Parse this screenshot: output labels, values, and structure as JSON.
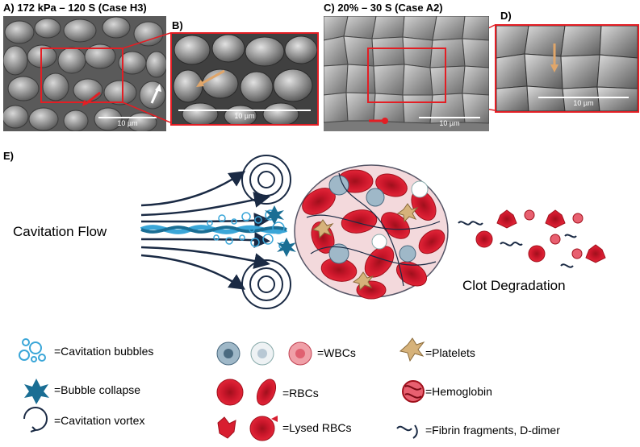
{
  "panels": {
    "a": {
      "title": "A) 172 kPa – 120 S (Case H3)",
      "scale": "10 µm"
    },
    "b": {
      "title": "B)",
      "scale": "10 µm"
    },
    "c": {
      "title": "C) 20% – 30 S (Case A2)",
      "scale": "10 µm"
    },
    "d": {
      "title": "D)",
      "scale": "10 µm"
    },
    "e": {
      "title": "E)"
    }
  },
  "diagram": {
    "flow_label": "Cavitation Flow",
    "degradation_label": "Clot Degradation"
  },
  "legend": {
    "bubbles": "=Cavitation bubbles",
    "collapse": "=Bubble collapse",
    "vortex": "=Cavitation vortex",
    "wbcs": "=WBCs",
    "rbcs": "=RBCs",
    "lysed": "=Lysed RBCs",
    "platelets": "=Platelets",
    "hemoglobin": "=Hemoglobin",
    "fibrin": "=Fibrin fragments, D-dimer"
  },
  "colors": {
    "frame": "#e31e24",
    "rbc": "#e02030",
    "rbc_dark": "#a0101c",
    "bubble": "#3aa6d8",
    "collapse": "#1a6e94",
    "vortex": "#1a2a44",
    "platelet": "#d6b27a",
    "wbc": "#9fb8c8"
  }
}
